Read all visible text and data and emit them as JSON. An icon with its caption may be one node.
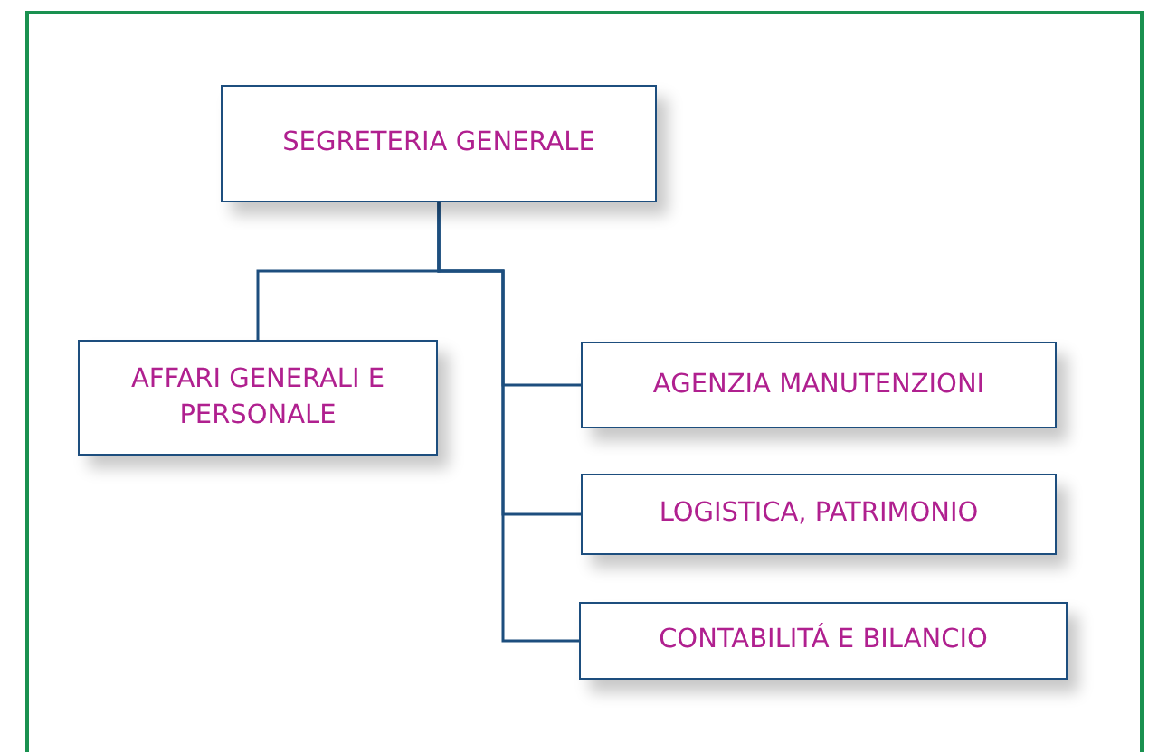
{
  "diagram": {
    "nodes": [
      {
        "text": [
          "SEGRETERIA GENERALE"
        ]
      },
      {
        "text": [
          "AFFARI GENERALI E PERSONALE"
        ]
      },
      {
        "text": [
          "AGENZIA MANUTENZIONI"
        ]
      },
      {
        "text": [
          "LOGISTICA, PATRIMONIO"
        ]
      },
      {
        "text": [
          "CONTABILITÁ E BILANCIO"
        ]
      }
    ],
    "edges": [
      {
        "from": 0,
        "to": 1,
        "arrow": "none"
      },
      {
        "from": 0,
        "to": 2,
        "arrow": "none"
      },
      {
        "from": 0,
        "to": 3,
        "arrow": "none"
      },
      {
        "from": 0,
        "to": 4,
        "arrow": "none"
      }
    ]
  }
}
